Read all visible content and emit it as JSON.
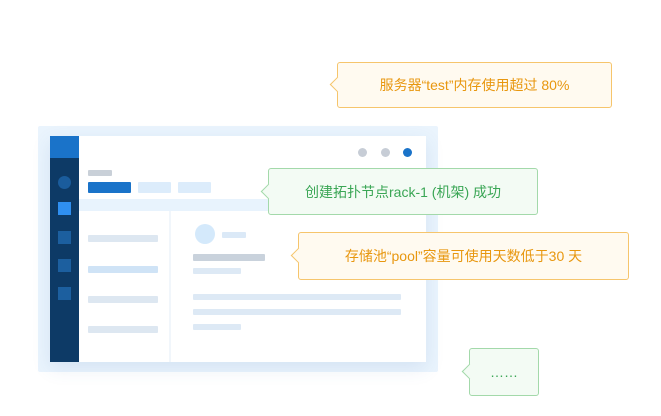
{
  "window": {
    "title_dots": 3
  },
  "notifications": [
    {
      "text": "服务器“test”内存使用超过 80%",
      "style": "warning"
    },
    {
      "text": "创建拓扑节点rack-1 (机架) 成功",
      "style": "success"
    },
    {
      "text": "存储池“pool”容量可使用天数低于30 天",
      "style": "warning"
    },
    {
      "text": "……",
      "style": "success"
    }
  ],
  "colors": {
    "warning_text": "#e8970f",
    "warning_border": "#f6c56c",
    "success_text": "#3aa655",
    "success_border": "#a3d9aa",
    "sidebar": "#0d3a66",
    "accent": "#1a73c9"
  }
}
